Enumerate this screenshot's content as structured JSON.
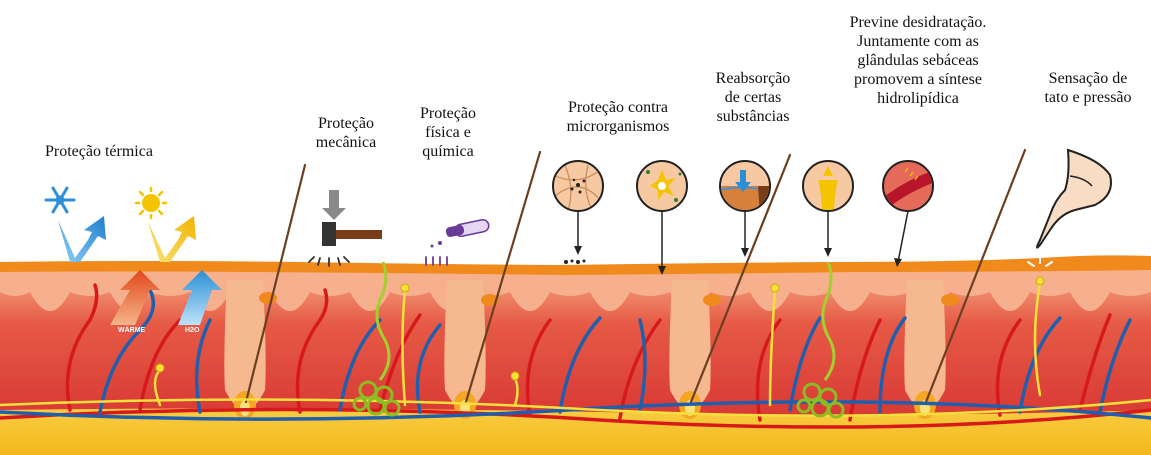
{
  "labels": {
    "thermal": [
      "Proteção térmica"
    ],
    "mechanical": [
      "Proteção",
      "mecânica"
    ],
    "physical_chemical": [
      "Proteção",
      "física e",
      "química"
    ],
    "microorganisms": [
      "Proteção contra",
      "microrganismos"
    ],
    "reabsorption": [
      "Reabsorção",
      "de certas",
      "substâncias"
    ],
    "dehydration": [
      "Previne desidratação.",
      "Juntamente com as",
      "glândulas sebáceas",
      "promovem a síntese",
      "hidrolipídica"
    ],
    "touch": [
      "Sensação de",
      "tato e pressão"
    ]
  },
  "heat_arrow_text": "WÄRME",
  "water_arrow_text": "H2O",
  "icons": [
    "snowflake-icon",
    "sun-icon",
    "hammer-icon",
    "test-tube-icon",
    "microorganisms-circle-icon",
    "bacteria-destroyed-circle-icon",
    "absorption-circle-icon",
    "secretion-circle-icon",
    "vessel-circle-icon",
    "finger-icon"
  ],
  "colors": {
    "epidermis": "#f08a1c",
    "dermis": "#e0473a",
    "dermis_light": "#f2a08a",
    "follicle": "#f6b98f",
    "hypodermis": "#f7c633",
    "artery": "#d7191c",
    "vein": "#1f5fae",
    "nerve": "#f4e03a",
    "gland": "#a5cf2e",
    "hair": "#6b3f22",
    "arrow_blue": "#2a8fd6",
    "arrow_yellow": "#f5c400"
  }
}
